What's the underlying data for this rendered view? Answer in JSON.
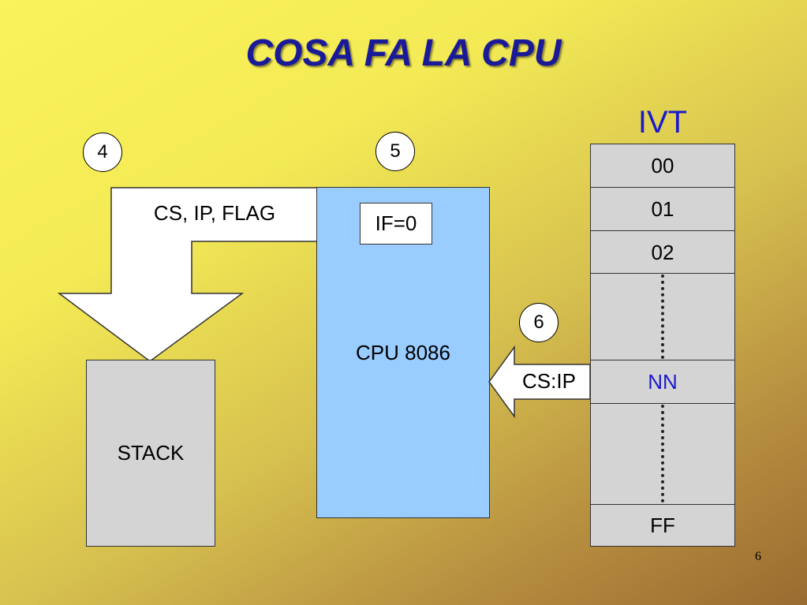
{
  "title": "COSA FA LA CPU",
  "steps": {
    "s4": "4",
    "s5": "5",
    "s6": "6"
  },
  "arrow_push": {
    "label": "CS, IP, FLAG"
  },
  "stack": {
    "label": "STACK"
  },
  "cpu": {
    "label": "CPU 8086",
    "flag_box": "IF=0"
  },
  "arrow_load": {
    "label": "CS:IP"
  },
  "ivt": {
    "title": "IVT",
    "rows": [
      "00",
      "01",
      "02",
      "NN",
      "FF"
    ],
    "highlight_row": "NN",
    "highlight_color": "#1a1acc"
  },
  "page_number": "6",
  "colors": {
    "title": "#1a1a99",
    "cpu_fill": "#99ccff",
    "stack_fill": "#d4d4d4",
    "ivt_title": "#1a1acc"
  }
}
